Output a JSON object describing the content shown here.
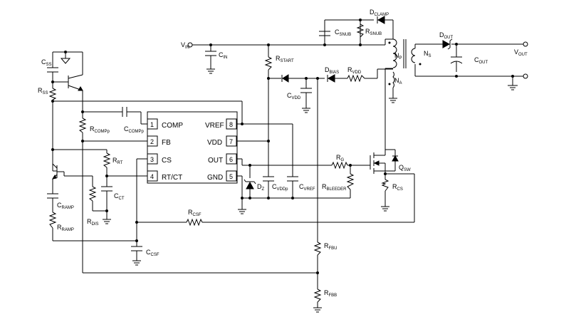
{
  "labels": {
    "vin": {
      "main": "V",
      "sub": "IN"
    },
    "cin": {
      "main": "C",
      "sub": "IN"
    },
    "css": {
      "main": "C",
      "sub": "SS"
    },
    "rss": {
      "main": "R",
      "sub": "SS"
    },
    "rstart": {
      "main": "R",
      "sub": "START"
    },
    "cvdd": {
      "main": "C",
      "sub": "VDD"
    },
    "dbias": {
      "main": "D",
      "sub": "BIAS"
    },
    "rvdd": {
      "main": "R",
      "sub": "VDD"
    },
    "dclamp": {
      "main": "D",
      "sub": "CLAMP"
    },
    "csnub": {
      "main": "C",
      "sub": "SNUB"
    },
    "rsnub": {
      "main": "R",
      "sub": "SNUB"
    },
    "np": {
      "main": "N",
      "sub": "P"
    },
    "ns": {
      "main": "N",
      "sub": "S"
    },
    "na": {
      "main": "N",
      "sub": "A"
    },
    "dout": {
      "main": "D",
      "sub": "OUT"
    },
    "cout": {
      "main": "C",
      "sub": "OUT"
    },
    "vout": {
      "main": "V",
      "sub": "OUT"
    },
    "rcompp": {
      "main": "R",
      "sub": "COMPp"
    },
    "ccompp": {
      "main": "C",
      "sub": "COMPp"
    },
    "rrt": {
      "main": "R",
      "sub": "RT"
    },
    "cct": {
      "main": "C",
      "sub": "CT"
    },
    "rdis": {
      "main": "R",
      "sub": "DIS"
    },
    "cramp": {
      "main": "C",
      "sub": "RAMP"
    },
    "rramp": {
      "main": "R",
      "sub": "RAMP"
    },
    "dz": {
      "main": "D",
      "sub": "Z"
    },
    "cvddp": {
      "main": "C",
      "sub": "VDDp"
    },
    "cvref": {
      "main": "C",
      "sub": "VREF"
    },
    "rg": {
      "main": "R",
      "sub": "G"
    },
    "rbleeder": {
      "main": "R",
      "sub": "BLEEDER"
    },
    "qsw": {
      "main": "Q",
      "sub": "SW"
    },
    "rcs": {
      "main": "R",
      "sub": "CS"
    },
    "rcsf": {
      "main": "R",
      "sub": "CSF"
    },
    "ccsf": {
      "main": "C",
      "sub": "CSF"
    },
    "rfbu": {
      "main": "R",
      "sub": "FBU"
    },
    "rfbb": {
      "main": "R",
      "sub": "FBB"
    }
  },
  "ic": {
    "pins_left": [
      {
        "num": "1",
        "name": "COMP"
      },
      {
        "num": "2",
        "name": "FB"
      },
      {
        "num": "3",
        "name": "CS"
      },
      {
        "num": "4",
        "name": "RT/CT"
      }
    ],
    "pins_right": [
      {
        "num": "8",
        "name": "VREF"
      },
      {
        "num": "7",
        "name": "VDD"
      },
      {
        "num": "6",
        "name": "OUT"
      },
      {
        "num": "5",
        "name": "GND"
      }
    ]
  }
}
